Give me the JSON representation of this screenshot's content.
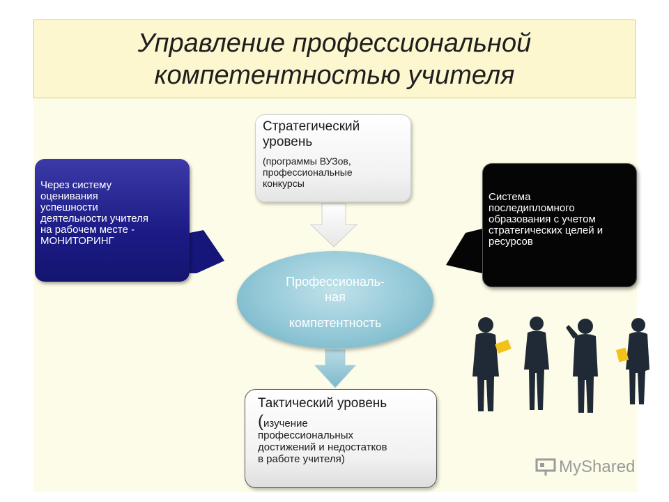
{
  "title": {
    "line1": "Управление профессиональной",
    "line2": "компетентностью учителя"
  },
  "boxes": {
    "monitoring": {
      "lines": [
        "Через систему",
        "оценивания",
        "успешности",
        "деятельности учителя",
        "на рабочем месте -",
        "МОНИТОРИНГ"
      ]
    },
    "strategic": {
      "title_lines": [
        "Стратегический",
        "уровень"
      ],
      "sub_lines": [
        "(программы ВУЗов,",
        "профессиональные",
        "конкурсы"
      ]
    },
    "postgrad": {
      "lines": [
        "Система",
        "последипломного",
        "образования  с учетом",
        "стратегических целей и",
        "ресурсов"
      ]
    },
    "tactical": {
      "title": "Тактический уровень",
      "paren_open": "(",
      "sub_first": "изучение",
      "sub_lines": [
        "профессиональных",
        "достижений и недостатков",
        "в  работе учителя)"
      ]
    }
  },
  "center": {
    "line1": "Профессиональ-",
    "line2": "ная",
    "line3": "компетентность"
  },
  "watermark": {
    "text": "MyShared"
  },
  "colors": {
    "title_bg": "#fdf7cf",
    "monitoring_bg": "#1c1b86",
    "postgrad_bg": "#050505",
    "ellipse_bg": "#93c8d7",
    "people_silhouette": "#1f2a36",
    "folder_accent": "#f2c21b"
  }
}
